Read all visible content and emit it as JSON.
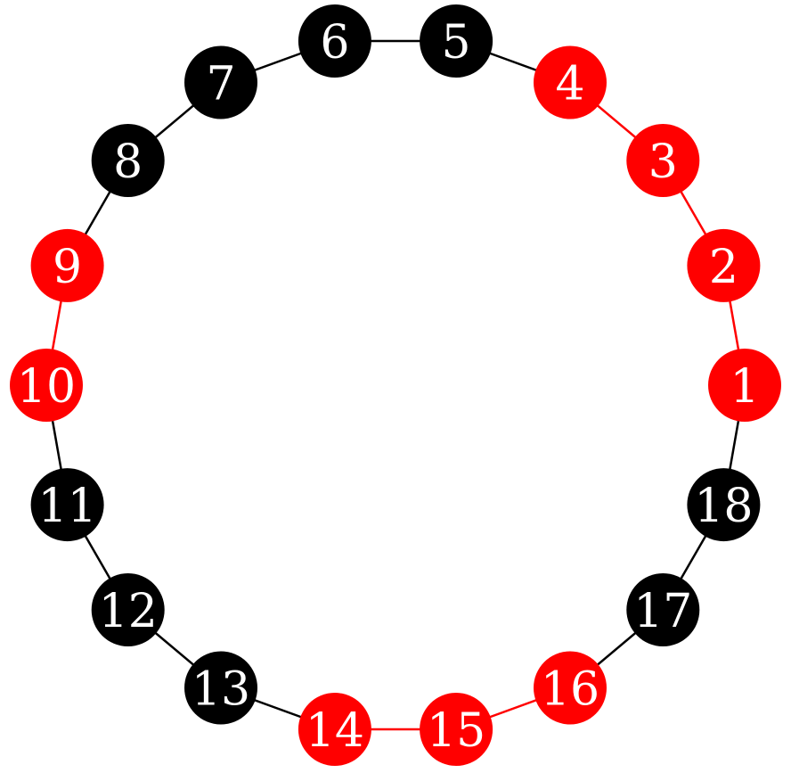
{
  "colors": {
    "highlight": "#ff0000",
    "default": "#000000",
    "label": "#ffffff"
  },
  "graph": {
    "type": "cycle",
    "nodes": [
      {
        "id": 1,
        "label": "1",
        "color": "red"
      },
      {
        "id": 2,
        "label": "2",
        "color": "red"
      },
      {
        "id": 3,
        "label": "3",
        "color": "red"
      },
      {
        "id": 4,
        "label": "4",
        "color": "red"
      },
      {
        "id": 5,
        "label": "5",
        "color": "black"
      },
      {
        "id": 6,
        "label": "6",
        "color": "black"
      },
      {
        "id": 7,
        "label": "7",
        "color": "black"
      },
      {
        "id": 8,
        "label": "8",
        "color": "black"
      },
      {
        "id": 9,
        "label": "9",
        "color": "red"
      },
      {
        "id": 10,
        "label": "10",
        "color": "red"
      },
      {
        "id": 11,
        "label": "11",
        "color": "black"
      },
      {
        "id": 12,
        "label": "12",
        "color": "black"
      },
      {
        "id": 13,
        "label": "13",
        "color": "black"
      },
      {
        "id": 14,
        "label": "14",
        "color": "red"
      },
      {
        "id": 15,
        "label": "15",
        "color": "red"
      },
      {
        "id": 16,
        "label": "16",
        "color": "red"
      },
      {
        "id": 17,
        "label": "17",
        "color": "black"
      },
      {
        "id": 18,
        "label": "18",
        "color": "black"
      }
    ],
    "edges": [
      {
        "from": 1,
        "to": 2,
        "color": "red"
      },
      {
        "from": 2,
        "to": 3,
        "color": "red"
      },
      {
        "from": 3,
        "to": 4,
        "color": "red"
      },
      {
        "from": 4,
        "to": 5,
        "color": "black"
      },
      {
        "from": 5,
        "to": 6,
        "color": "black"
      },
      {
        "from": 6,
        "to": 7,
        "color": "black"
      },
      {
        "from": 7,
        "to": 8,
        "color": "black"
      },
      {
        "from": 8,
        "to": 9,
        "color": "black"
      },
      {
        "from": 9,
        "to": 10,
        "color": "red"
      },
      {
        "from": 10,
        "to": 11,
        "color": "black"
      },
      {
        "from": 11,
        "to": 12,
        "color": "black"
      },
      {
        "from": 12,
        "to": 13,
        "color": "black"
      },
      {
        "from": 13,
        "to": 14,
        "color": "black"
      },
      {
        "from": 14,
        "to": 15,
        "color": "red"
      },
      {
        "from": 15,
        "to": 16,
        "color": "red"
      },
      {
        "from": 16,
        "to": 17,
        "color": "black"
      },
      {
        "from": 17,
        "to": 18,
        "color": "black"
      },
      {
        "from": 18,
        "to": 1,
        "color": "black"
      }
    ]
  }
}
